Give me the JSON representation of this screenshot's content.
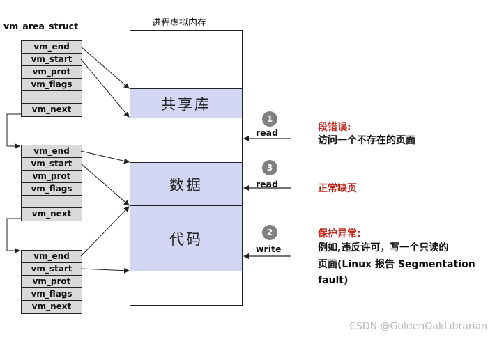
{
  "struct_title": "vm_area_struct",
  "memory_title": "进程虚拟内存",
  "structs": [
    {
      "fields": [
        "vm_end",
        "vm_start",
        "vm_prot",
        "vm_flags",
        "",
        "vm_next"
      ]
    },
    {
      "fields": [
        "vm_end",
        "vm_start",
        "vm_prot",
        "vm_flags",
        "",
        "vm_next"
      ]
    },
    {
      "fields": [
        "vm_end",
        "vm_start",
        "vm_prot",
        "vm_flags",
        "vm_next"
      ]
    }
  ],
  "regions": {
    "shared": "共享库",
    "data": "数据",
    "code": "代码"
  },
  "accesses": [
    {
      "num": "1",
      "op": "read",
      "title": "段错误:",
      "desc": "访问一个不存在的页面"
    },
    {
      "num": "3",
      "op": "read",
      "title": "正常缺页",
      "desc": ""
    },
    {
      "num": "2",
      "op": "write",
      "title": "保护异常:",
      "desc_lines": [
        "例如,违反许可，写一个只读的",
        "页面(Linux 报告 Segmentation",
        "fault)"
      ]
    }
  ],
  "watermark": "CSDN @GoldenOakLibrarian",
  "colors": {
    "region_fill": "#d3d6f2",
    "struct_fill": "#d9d9d9",
    "badge": "#808080",
    "alert_text": "#c0281e"
  }
}
